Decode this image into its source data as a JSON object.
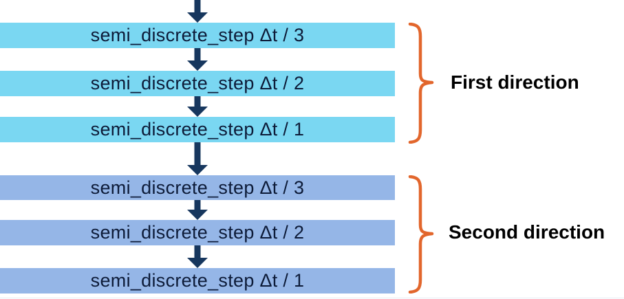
{
  "diagram": {
    "groups": [
      {
        "name": "First direction",
        "steps": [
          "semi_discrete_step Δt / 3",
          "semi_discrete_step Δt / 2",
          "semi_discrete_step Δt / 1"
        ]
      },
      {
        "name": "Second direction",
        "steps": [
          "semi_discrete_step Δt / 3",
          "semi_discrete_step Δt / 2",
          "semi_discrete_step Δt / 1"
        ]
      }
    ],
    "colors": {
      "first_bar_fill": "#7AD7F2",
      "second_bar_fill": "#95B6E7",
      "arrow": "#17375E",
      "brace": "#E2662C",
      "bar_text": "#0D1B38",
      "label_text": "#000000"
    }
  }
}
